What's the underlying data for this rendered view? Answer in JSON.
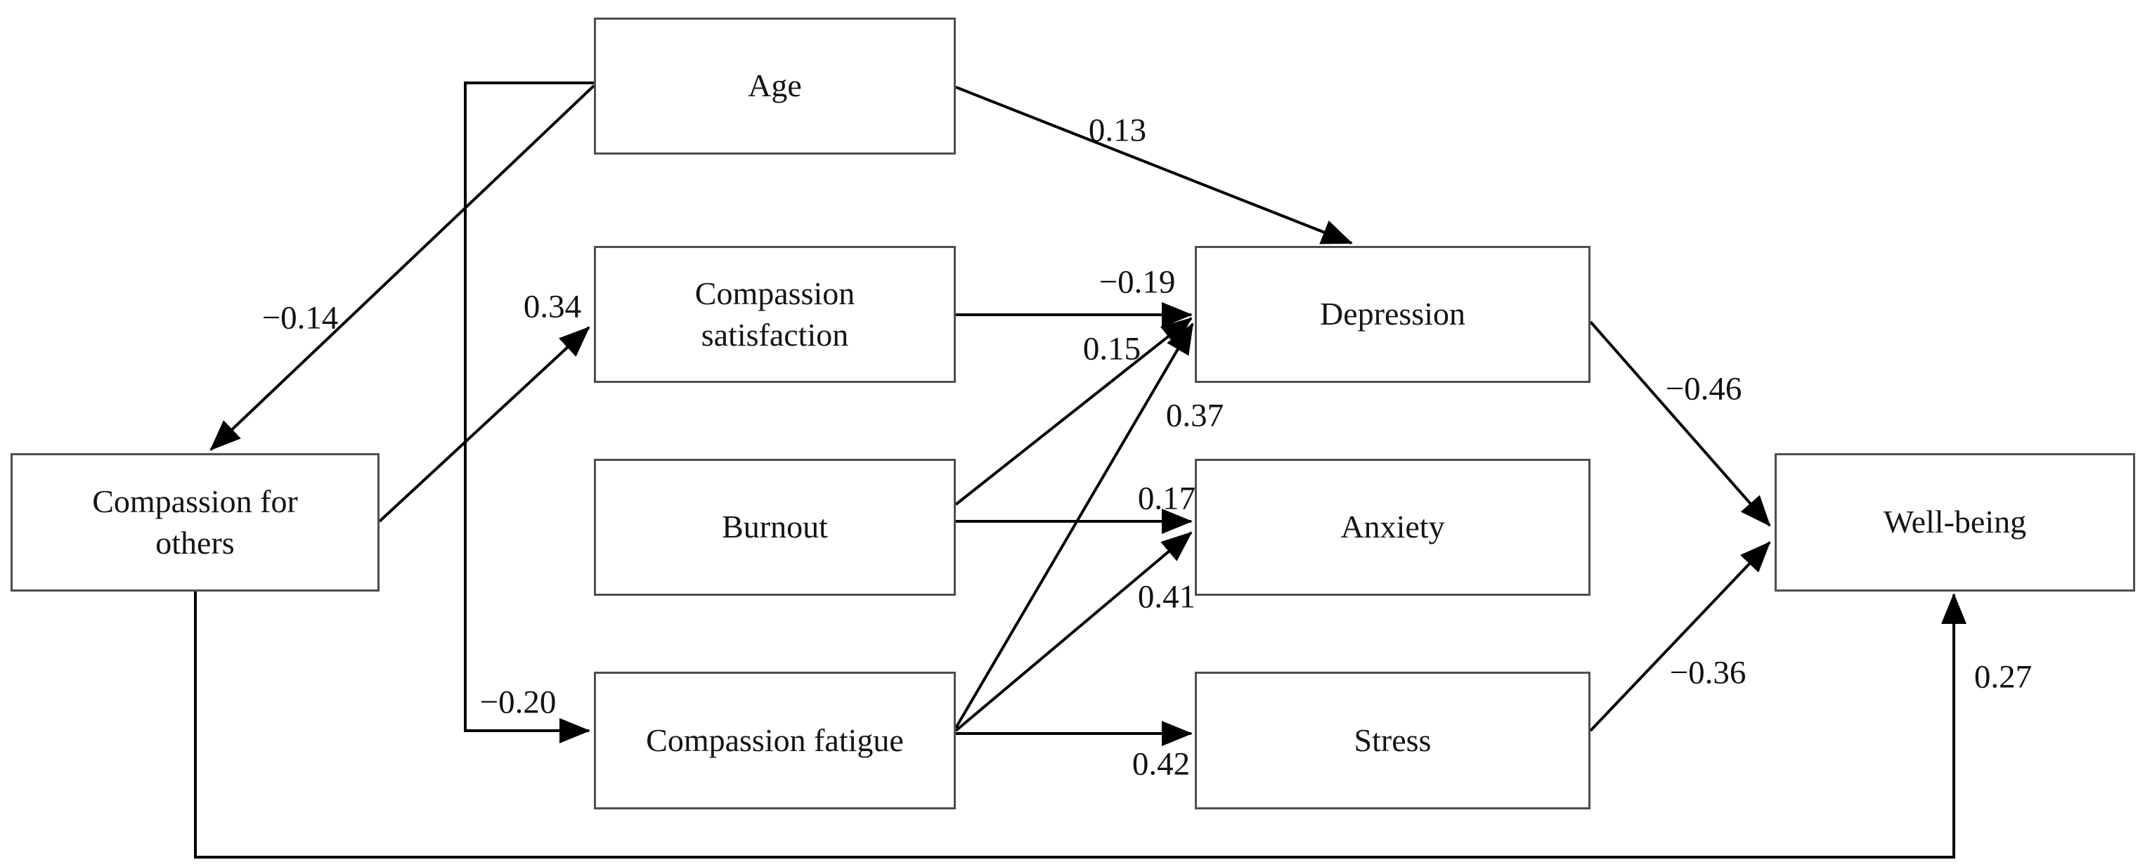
{
  "figure": {
    "type": "structural-path-model",
    "background_color": "#ffffff",
    "box_border_color": "#4e4e4e",
    "arrow_color": "#000000",
    "text_color": "#141414"
  },
  "nodes": [
    {
      "id": "age",
      "label_lines": [
        "Age",
        ""
      ]
    },
    {
      "id": "compassion-satisfaction",
      "label_lines": [
        "Compassion",
        "satisfaction"
      ]
    },
    {
      "id": "burnout",
      "label_lines": [
        "Burnout",
        ""
      ]
    },
    {
      "id": "compassion-fatigue",
      "label_lines": [
        "Compassion fatigue",
        ""
      ]
    },
    {
      "id": "compassion-for-others",
      "label_lines": [
        "Compassion for",
        "others"
      ]
    },
    {
      "id": "depression",
      "label_lines": [
        "Depression",
        ""
      ]
    },
    {
      "id": "anxiety",
      "label_lines": [
        "Anxiety",
        ""
      ]
    },
    {
      "id": "stress",
      "label_lines": [
        "Stress",
        ""
      ]
    },
    {
      "id": "well-being",
      "label_lines": [
        "Well-being",
        ""
      ]
    }
  ],
  "edges": [
    {
      "from": "age",
      "to": "compassion-for-others",
      "coefficient": "−0.14"
    },
    {
      "from": "age",
      "to": "compassion-fatigue",
      "coefficient": "−0.20"
    },
    {
      "from": "age",
      "to": "depression",
      "coefficient": "0.13"
    },
    {
      "from": "compassion-for-others",
      "to": "compassion-satisfaction",
      "coefficient": "0.34"
    },
    {
      "from": "compassion-for-others",
      "to": "well-being",
      "coefficient": "0.27"
    },
    {
      "from": "compassion-satisfaction",
      "to": "depression",
      "coefficient": "−0.19"
    },
    {
      "from": "burnout",
      "to": "depression",
      "coefficient": "0.15"
    },
    {
      "from": "burnout",
      "to": "anxiety",
      "coefficient": "0.17"
    },
    {
      "from": "compassion-fatigue",
      "to": "depression",
      "coefficient": "0.37"
    },
    {
      "from": "compassion-fatigue",
      "to": "anxiety",
      "coefficient": "0.41"
    },
    {
      "from": "compassion-fatigue",
      "to": "stress",
      "coefficient": "0.42"
    },
    {
      "from": "depression",
      "to": "well-being",
      "coefficient": "−0.46"
    },
    {
      "from": "stress",
      "to": "well-being",
      "coefficient": "−0.36"
    }
  ]
}
